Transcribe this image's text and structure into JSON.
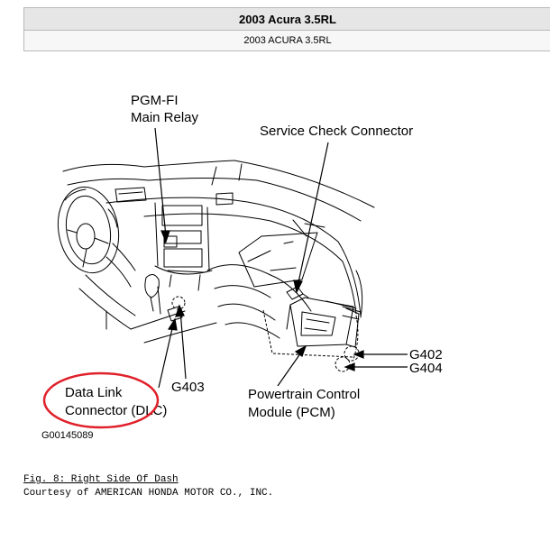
{
  "header": {
    "title": "2003 Acura 3.5RL",
    "subtitle": "2003 ACURA 3.5RL"
  },
  "diagram": {
    "labels": {
      "pgm_fi_line1": "PGM-FI",
      "pgm_fi_line2": "Main Relay",
      "service_check": "Service Check Connector",
      "g402": "G402",
      "g404": "G404",
      "g403": "G403",
      "dlc_line1": "Data Link",
      "dlc_line2": "Connector (DLC)",
      "pcm_line1": "Powertrain Control",
      "pcm_line2": "Module (PCM)"
    },
    "image_code": "G00145089",
    "highlight_color": "#e0202a"
  },
  "caption": {
    "figure": "Fig. 8: Right Side Of Dash",
    "credit": "Courtesy of AMERICAN HONDA MOTOR CO., INC."
  }
}
